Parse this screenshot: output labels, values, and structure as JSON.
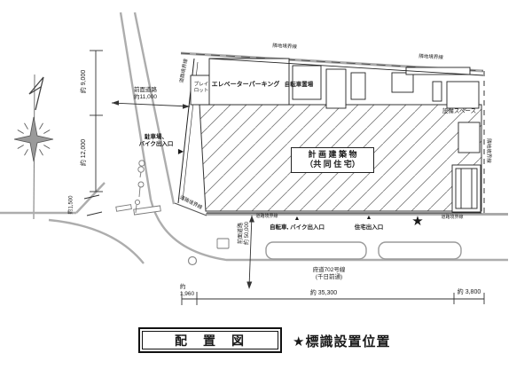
{
  "drawing": {
    "title": "配　置　図",
    "legend": "★標識設置位置"
  },
  "building": {
    "name_line1": "計 画 建 築 物",
    "name_line2": "（共 同 住 宅）"
  },
  "facilities": {
    "play_lot_line1": "プレイ",
    "play_lot_line2": "ロット",
    "elevator_parking": "エレベーターパーキング",
    "bicycle_parking": "自転車置場",
    "equipment_space": "設備スペース"
  },
  "boundary_labels": {
    "neighbor_top_left": "隣地境界線",
    "neighbor_top_right": "隣地境界線",
    "neighbor_right": "隣地境界線",
    "road_west": "道路境界線",
    "road_corner": "道路境界線",
    "road_south_center": "道路境界線",
    "road_south_right": "道路境界線"
  },
  "entrances": {
    "parking_line1": "駐車場、",
    "parking_line2": "バイク出入口",
    "parking_marker": "▶",
    "bicycle": "自転車, バイク出入口",
    "bicycle_marker": "▲",
    "residence": "住宅出入口",
    "residence_marker": "▲"
  },
  "sign_marker": "★",
  "dimensions": {
    "west_upper": "約 9,000",
    "west_lower": "約 12,000",
    "west_road_line1": "前面道路",
    "west_road_line2": "約11,000",
    "corner": "約1,500",
    "south_road_line1": "前面道路",
    "south_road_line2": "約 50,000",
    "south_left_line1": "約",
    "south_left_line2": "1,960",
    "south_center": "約 35,300",
    "south_right": "約 3,800"
  },
  "road": {
    "name_line1": "府道702号線",
    "name_line2": "(千日前通)"
  },
  "colors": {
    "line": "#222222",
    "road_gray": "#adadad",
    "boundary_gray": "#9a9a9a"
  }
}
